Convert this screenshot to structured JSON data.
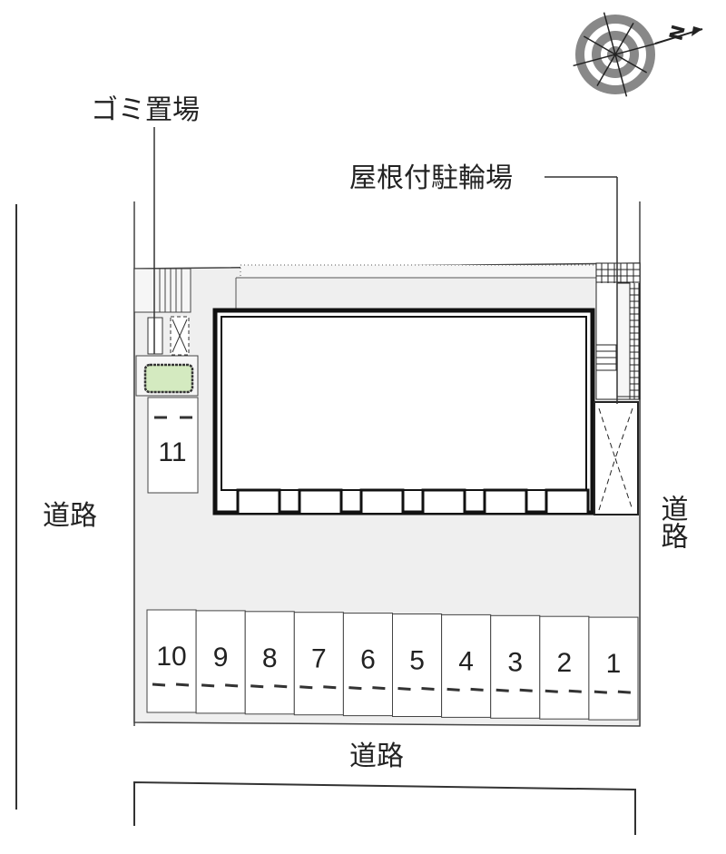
{
  "labels": {
    "garbage": "ゴミ置場",
    "bicycle_parking": "屋根付駐輪場",
    "road_left": "道路",
    "road_right": "道路",
    "road_bottom": "道路"
  },
  "compass": {
    "north_letter": "N"
  },
  "parking": {
    "row": [
      "10",
      "9",
      "8",
      "7",
      "6",
      "5",
      "4",
      "3",
      "2",
      "1"
    ],
    "extra": "11"
  },
  "colors": {
    "ground": "#efefef",
    "planting": "#d4eac0",
    "line": "#222222"
  }
}
